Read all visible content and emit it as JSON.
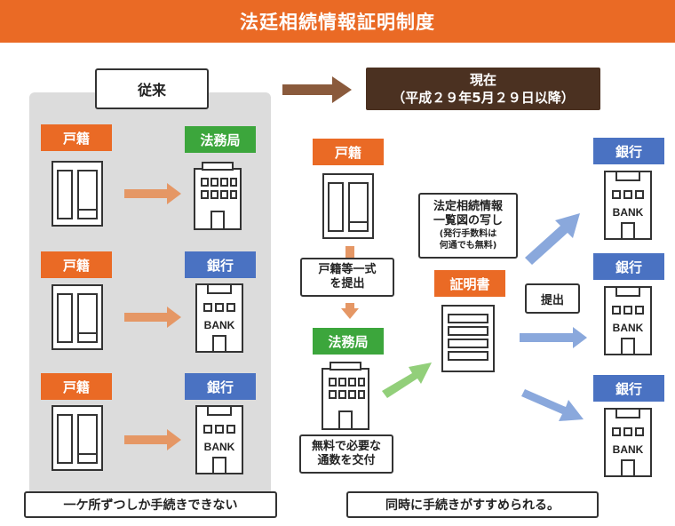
{
  "title": "法廷相続情報証明制度",
  "left": {
    "header": "従来",
    "rows": [
      {
        "doc_label": "戸籍",
        "dest_label": "法務局",
        "dest_kind": "office"
      },
      {
        "doc_label": "戸籍",
        "dest_label": "銀行",
        "dest_kind": "bank"
      },
      {
        "doc_label": "戸籍",
        "dest_label": "銀行",
        "dest_kind": "bank"
      }
    ],
    "footer": "一ケ所ずつしか手続きできない"
  },
  "right": {
    "header_line1": "現在",
    "header_line2": "（平成２９年5月２９日以降）",
    "doc_label": "戸籍",
    "submit_line1": "戸籍等一式",
    "submit_line2": "を提出",
    "office_label": "法務局",
    "free_line1": "無料で必要な",
    "free_line2": "通数を交付",
    "copy_line1": "法定相続情報",
    "copy_line2": "一覧図の写し",
    "copy_note1": "(発行手数料は",
    "copy_note2": "何通でも無料)",
    "cert_label": "証明書",
    "present_label": "提出",
    "banks": [
      "銀行",
      "銀行",
      "銀行"
    ],
    "footer": "同時に手続きがすすめられる。"
  },
  "bank_text": "BANK",
  "colors": {
    "orange": "#ea6a25",
    "green": "#3ca63c",
    "blue": "#4a72c2",
    "dark": "#4b3121",
    "panel": "#dcdcdc"
  }
}
